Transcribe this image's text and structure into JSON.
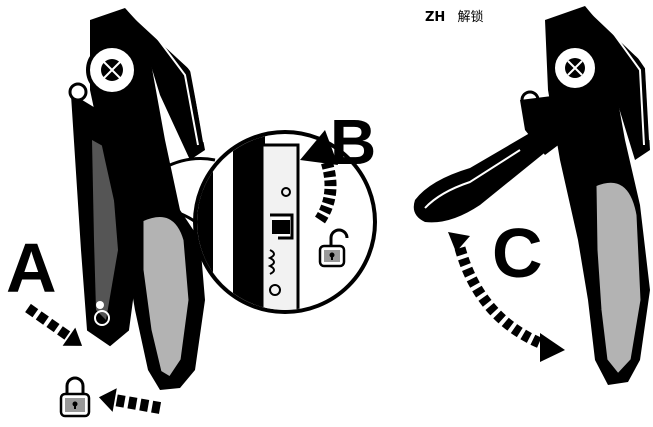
{
  "header": {
    "language_code": "ZH",
    "title": "解锁"
  },
  "labels": {
    "a": "A",
    "b": "B",
    "c": "C"
  },
  "icons": {
    "locked": "padlock-closed-icon",
    "unlocked": "padlock-open-icon"
  },
  "colors": {
    "ink": "#000000",
    "grip_gray": "#b3b3b3",
    "paper": "#ffffff"
  }
}
